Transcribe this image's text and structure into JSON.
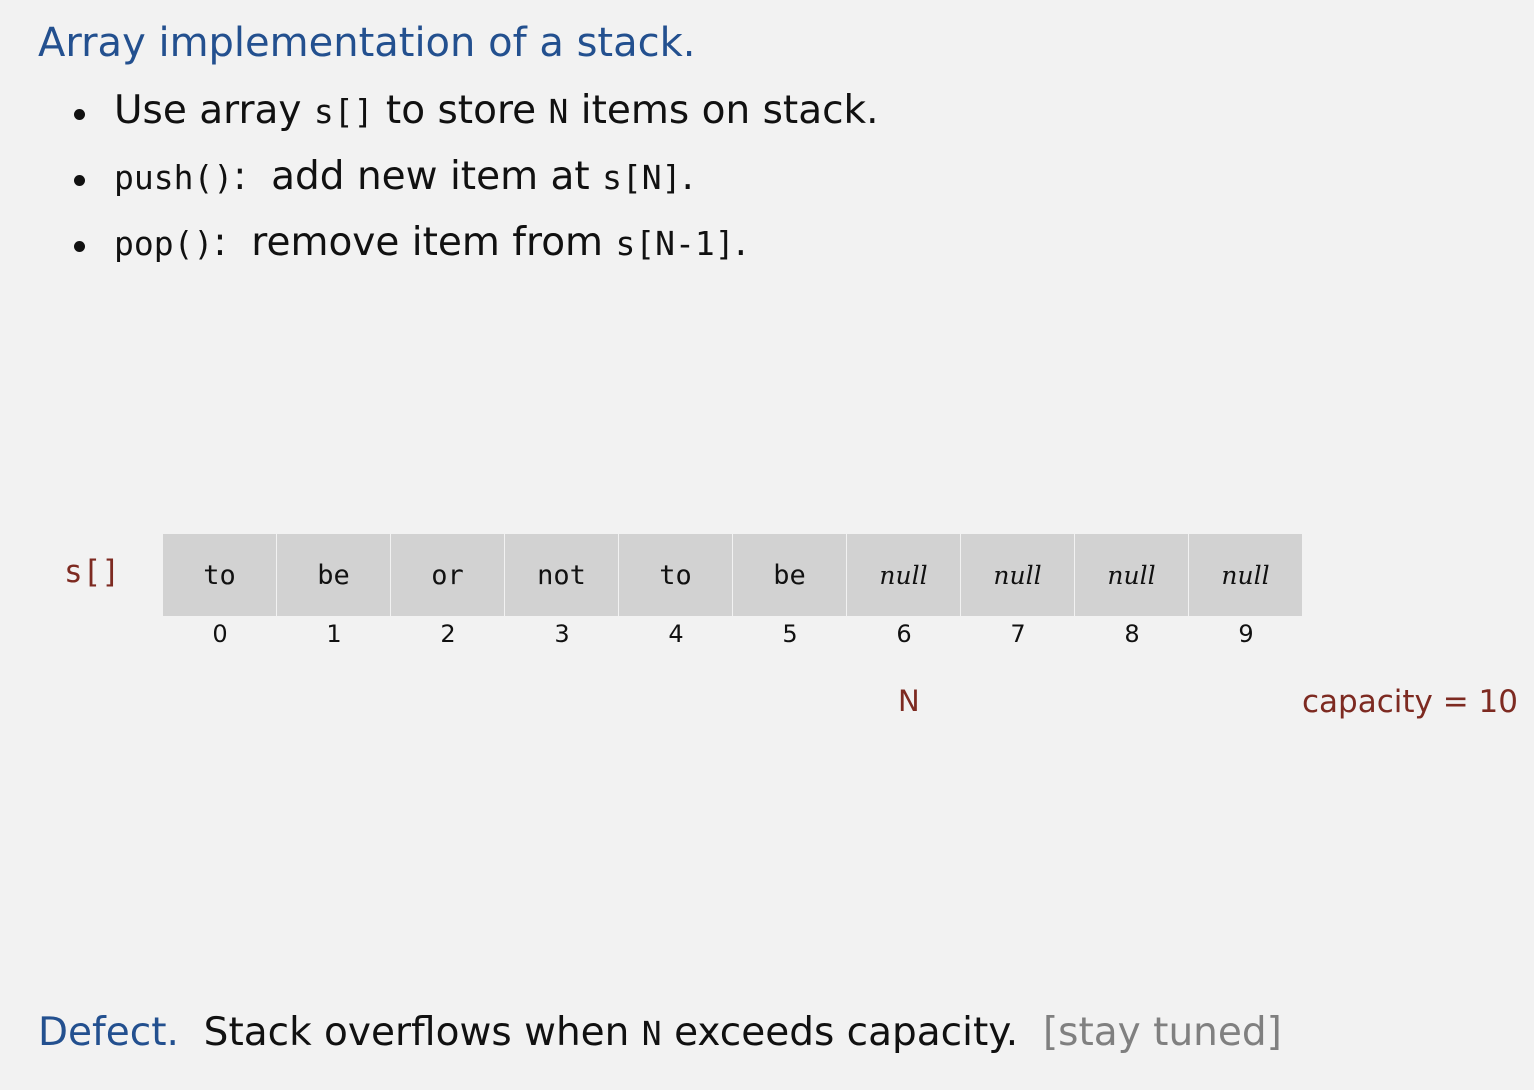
{
  "title": "Array implementation of a stack.",
  "bullets": {
    "b1": {
      "pre": "Use array ",
      "code1": "s[]",
      "mid": " to store ",
      "code2": "N",
      "post": " items on stack."
    },
    "b2": {
      "code1": "push()",
      "mid": ":  add new item at ",
      "code2": "s[N]",
      "post": "."
    },
    "b3": {
      "code1": "pop()",
      "mid": ":  remove item from ",
      "code2": "s[N-1]",
      "post": "."
    }
  },
  "array": {
    "label": "s[]",
    "cells": [
      "to",
      "be",
      "or",
      "not",
      "to",
      "be",
      "null",
      "null",
      "null",
      "null"
    ],
    "indices": [
      "0",
      "1",
      "2",
      "3",
      "4",
      "5",
      "6",
      "7",
      "8",
      "9"
    ],
    "n_label": "N",
    "n_index": 6,
    "capacity_label": "capacity = 10"
  },
  "defect": {
    "label": "Defect.",
    "pre": "  Stack overflows when ",
    "code": "N",
    "post": " exceeds capacity.  ",
    "note": "[stay tuned]"
  },
  "colors": {
    "heading": "#23508f",
    "accent": "#7d2a21",
    "cell_bg": "#d2d2d2",
    "background": "#f2f2f2"
  }
}
